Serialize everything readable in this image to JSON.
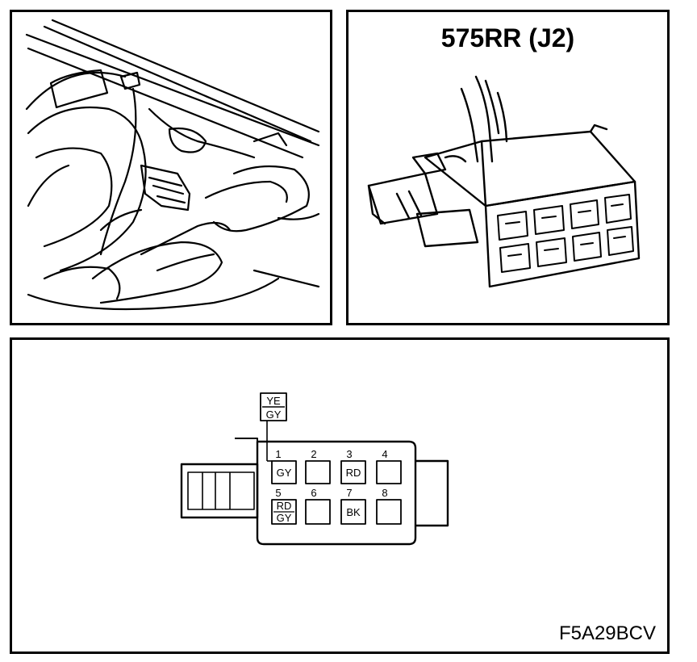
{
  "connector_view": {
    "title": "575RR (J2)"
  },
  "pinout": {
    "feed_wire": {
      "top": "YE",
      "bottom": "GY"
    },
    "pins": [
      {
        "number": "1",
        "wire": [
          "GY"
        ]
      },
      {
        "number": "2",
        "wire": []
      },
      {
        "number": "3",
        "wire": [
          "RD"
        ]
      },
      {
        "number": "4",
        "wire": []
      },
      {
        "number": "5",
        "wire": [
          "RD",
          "GY"
        ]
      },
      {
        "number": "6",
        "wire": []
      },
      {
        "number": "7",
        "wire": [
          "BK"
        ]
      },
      {
        "number": "8",
        "wire": []
      }
    ]
  },
  "figure_code": "F5A29BCV"
}
